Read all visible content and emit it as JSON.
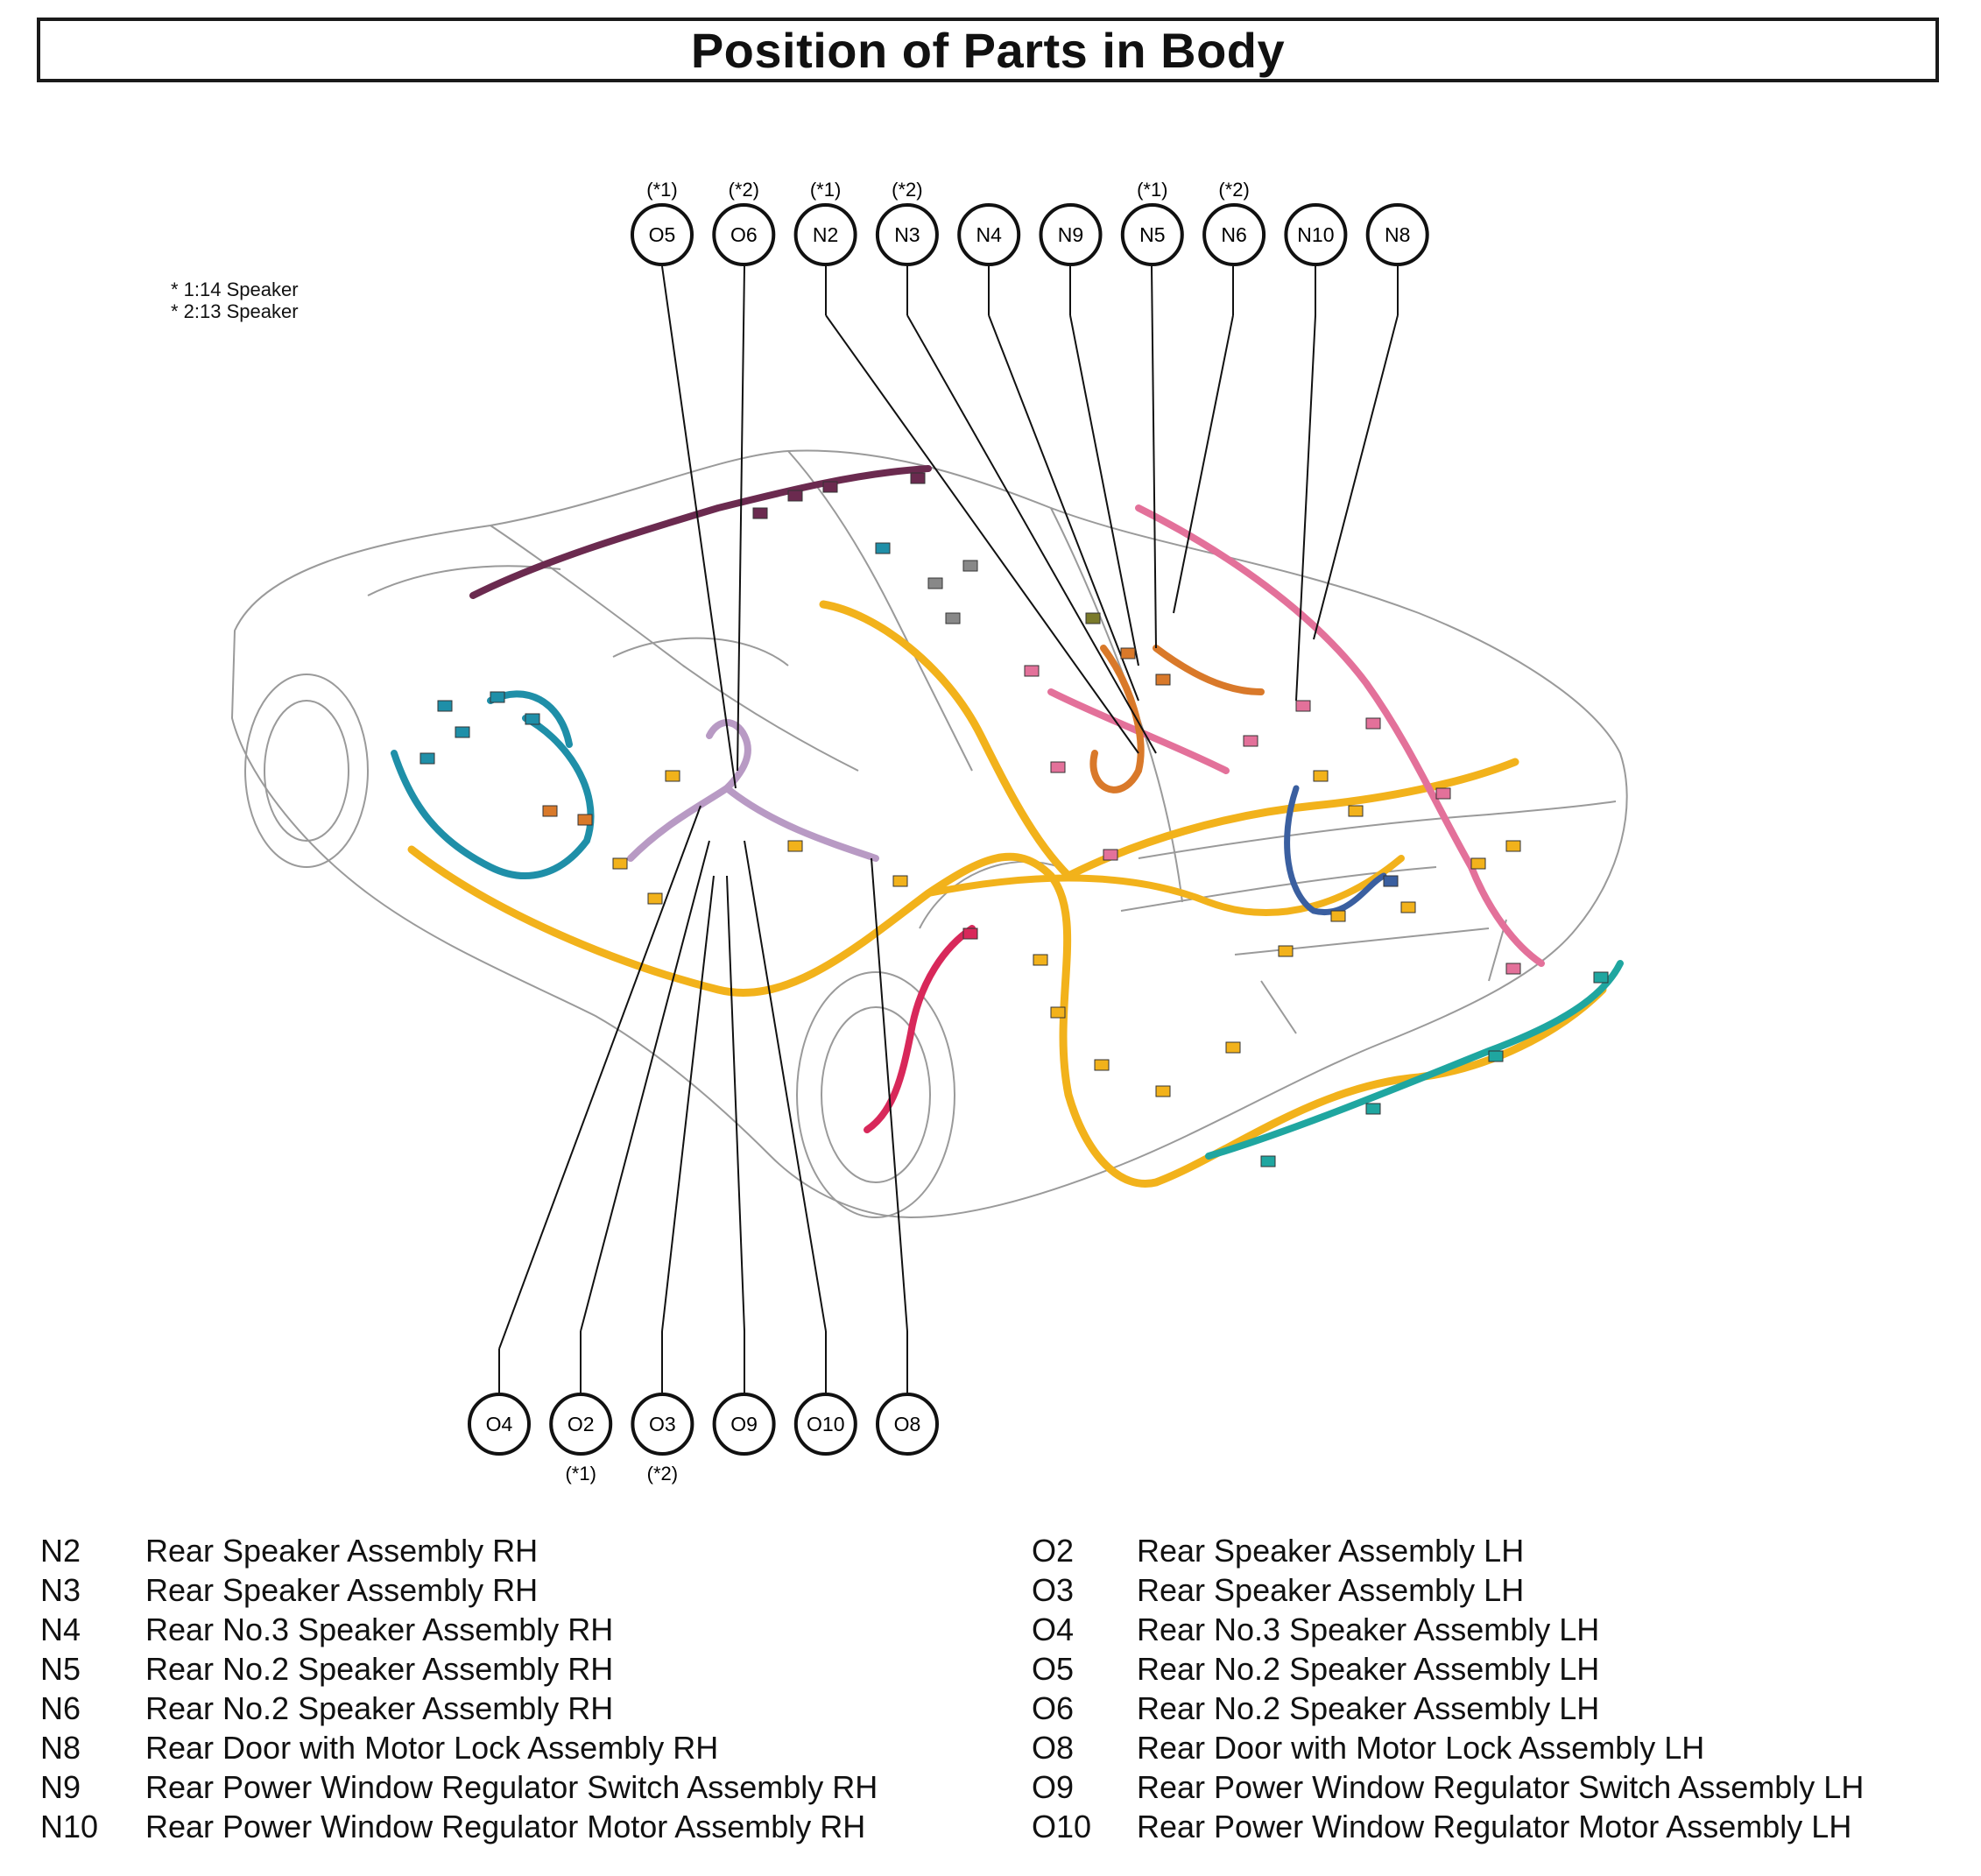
{
  "title": "Position of Parts in Body",
  "notes": [
    "* 1:14 Speaker",
    "* 2:13 Speaker"
  ],
  "top_callouts": [
    {
      "code": "O5",
      "mark": "(*1)"
    },
    {
      "code": "O6",
      "mark": "(*2)"
    },
    {
      "code": "N2",
      "mark": "(*1)"
    },
    {
      "code": "N3",
      "mark": "(*2)"
    },
    {
      "code": "N4",
      "mark": ""
    },
    {
      "code": "N9",
      "mark": ""
    },
    {
      "code": "N5",
      "mark": "(*1)"
    },
    {
      "code": "N6",
      "mark": "(*2)"
    },
    {
      "code": "N10",
      "mark": ""
    },
    {
      "code": "N8",
      "mark": ""
    }
  ],
  "bottom_callouts": [
    {
      "code": "O4",
      "mark": ""
    },
    {
      "code": "O2",
      "mark": "(*1)"
    },
    {
      "code": "O3",
      "mark": "(*2)"
    },
    {
      "code": "O9",
      "mark": ""
    },
    {
      "code": "O10",
      "mark": ""
    },
    {
      "code": "O8",
      "mark": ""
    }
  ],
  "legend_left": [
    {
      "code": "N2",
      "name": "Rear Speaker Assembly RH"
    },
    {
      "code": "N3",
      "name": "Rear Speaker Assembly RH"
    },
    {
      "code": "N4",
      "name": "Rear No.3 Speaker Assembly RH"
    },
    {
      "code": "N5",
      "name": "Rear No.2 Speaker Assembly RH"
    },
    {
      "code": "N6",
      "name": "Rear No.2 Speaker Assembly RH"
    },
    {
      "code": "N8",
      "name": "Rear Door with Motor Lock Assembly RH"
    },
    {
      "code": "N9",
      "name": "Rear Power Window Regulator Switch Assembly RH"
    },
    {
      "code": "N10",
      "name": "Rear Power Window Regulator Motor Assembly RH"
    }
  ],
  "legend_right": [
    {
      "code": "O2",
      "name": "Rear Speaker Assembly LH"
    },
    {
      "code": "O3",
      "name": "Rear Speaker Assembly LH"
    },
    {
      "code": "O4",
      "name": "Rear No.3 Speaker Assembly LH"
    },
    {
      "code": "O5",
      "name": "Rear No.2 Speaker Assembly LH"
    },
    {
      "code": "O6",
      "name": "Rear No.2 Speaker Assembly LH"
    },
    {
      "code": "O8",
      "name": "Rear Door with Motor Lock Assembly LH"
    },
    {
      "code": "O9",
      "name": "Rear Power Window Regulator Switch Assembly LH"
    },
    {
      "code": "O10",
      "name": "Rear Power Window Regulator Motor Assembly LH"
    }
  ],
  "harness_colors": {
    "main": "#f2b21b",
    "teal": "#1f8fa8",
    "pink": "#e3719a",
    "purple": "#6b2a4f",
    "lilac": "#b89ac4",
    "orange": "#d9792a",
    "red": "#d8285a",
    "cyan": "#1fa6a0",
    "blue": "#3a5fa0",
    "olive": "#7a7a2a"
  }
}
